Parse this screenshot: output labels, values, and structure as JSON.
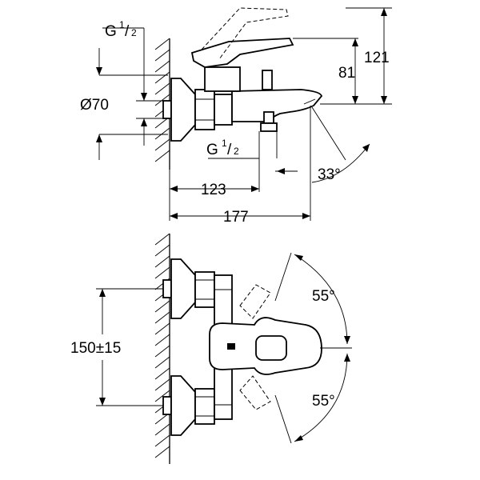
{
  "labels": {
    "g_top": "G",
    "g_top_num": "1",
    "g_top_slash": "/",
    "g_top_den": "2",
    "g_bottom": "G",
    "g_bottom_num": "1",
    "g_bottom_slash": "/",
    "g_bottom_den": "2",
    "diameter": "Ø70",
    "height_121": "121",
    "height_81": "81",
    "depth_123": "123",
    "depth_177": "177",
    "angle_33": "33°",
    "angle_55_top": "55°",
    "angle_55_bottom": "55°",
    "spacing": "150±15"
  }
}
